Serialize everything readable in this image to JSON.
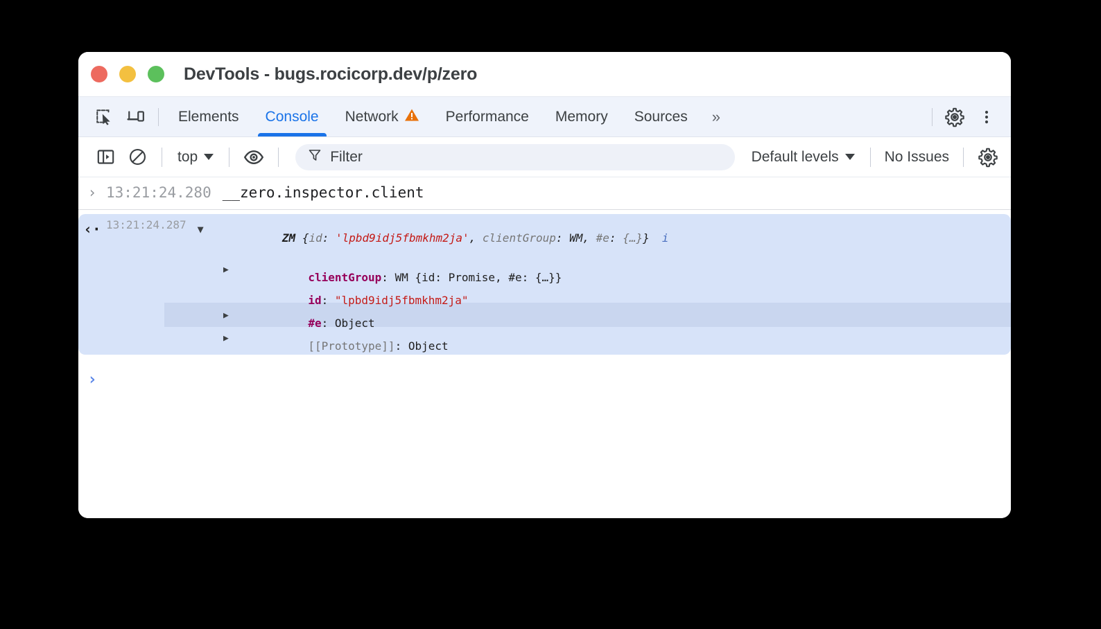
{
  "window": {
    "title": "DevTools - bugs.rocicorp.dev/p/zero",
    "traffic_lights": [
      "close-red",
      "minimize-yellow",
      "maximize-green"
    ]
  },
  "tabstrip": {
    "left_icons": [
      {
        "name": "inspect-element-icon",
        "label": "Inspect element"
      },
      {
        "name": "device-toolbar-icon",
        "label": "Toggle device toolbar"
      }
    ],
    "tabs": [
      {
        "label": "Elements",
        "active": false,
        "badge": null
      },
      {
        "label": "Console",
        "active": true,
        "badge": null
      },
      {
        "label": "Network",
        "active": false,
        "badge": "warning-triangle-icon"
      },
      {
        "label": "Performance",
        "active": false,
        "badge": null
      },
      {
        "label": "Memory",
        "active": false,
        "badge": null
      },
      {
        "label": "Sources",
        "active": false,
        "badge": null
      }
    ],
    "more_tabs": "»",
    "right_icons": [
      {
        "name": "settings-gear-icon",
        "label": "Settings"
      },
      {
        "name": "more-options-icon",
        "label": "Customize and control DevTools"
      }
    ]
  },
  "console_toolbar": {
    "sidebar_toggle": "console-sidebar-icon",
    "clear_console": "clear-console-icon",
    "context_selector": "top",
    "live_expression": "eye-icon",
    "filter_placeholder": "Filter",
    "filter_value": "",
    "filter_icon": "filter-funnel-icon",
    "log_levels": "Default levels",
    "issues": "No Issues",
    "settings_icon": "console-settings-gear-icon"
  },
  "console": {
    "command": {
      "gutter": "›",
      "timestamp": "13:21:24.280",
      "text": "__zero.inspector.client"
    },
    "result": {
      "gutter": "‹·",
      "timestamp": "13:21:24.287",
      "expanded": true,
      "header": {
        "constructor": "ZM",
        "open_brace": " {",
        "k1": "id",
        "k1_sep": ": ",
        "v1": "'lpbd9idj5fbmkhm2ja'",
        "sep1": ", ",
        "k2": "clientGroup",
        "k2_sep": ": ",
        "v2": "WM",
        "sep2": ", ",
        "k3": "#e",
        "k3_sep": ": ",
        "v3": "{…}",
        "close_brace": "}",
        "info_icon": "i"
      },
      "properties": [
        {
          "expandable": true,
          "key": "clientGroup",
          "key_style": "prop-key",
          "sep": ": ",
          "value": "WM {id: Promise, #e: {…}}",
          "value_preview_ctor": "WM",
          "hovered": false
        },
        {
          "expandable": false,
          "key": "id",
          "key_style": "prop-key",
          "sep": ": ",
          "value": "\"lpbd9idj5fbmkhm2ja\"",
          "hovered": false
        },
        {
          "expandable": true,
          "key": "#e",
          "key_style": "prop-key",
          "sep": ": ",
          "value": "Object",
          "hovered": true
        },
        {
          "expandable": true,
          "key": "[[Prototype]]",
          "key_style": "proto-key",
          "sep": ": ",
          "value": "Object",
          "hovered": false
        }
      ]
    },
    "prompt": {
      "chevron": "›"
    }
  },
  "colors": {
    "accent_blue": "#1a73e8",
    "result_background": "#d7e3f9",
    "hover_background": "#c9d6ef",
    "string_red": "#c41a16",
    "property_magenta": "#96005a",
    "warning_orange": "#e8710a",
    "prompt_blue": "#5c87e8"
  }
}
